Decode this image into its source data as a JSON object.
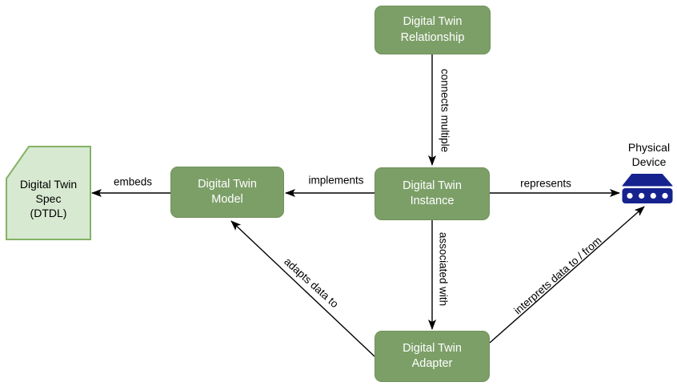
{
  "diagram": {
    "colors": {
      "node_fill": "#7C9F68",
      "node_border": "#70915A",
      "node_text": "#FFFFFF",
      "doc_fill": "#D8E9D2",
      "doc_border": "#84B266",
      "doc_text": "#000000",
      "device_blue": "#16228E",
      "arrow": "#000000",
      "label_text": "#000000"
    },
    "nodes": {
      "relationship": {
        "line1": "Digital Twin",
        "line2": "Relationship"
      },
      "instance": {
        "line1": "Digital Twin",
        "line2": "Instance"
      },
      "model": {
        "line1": "Digital Twin",
        "line2": "Model"
      },
      "adapter": {
        "line1": "Digital Twin",
        "line2": "Adapter"
      },
      "spec": {
        "line1": "Digital Twin",
        "line2": "Spec",
        "line3": "(DTDL)"
      },
      "device": {
        "line1": "Physical",
        "line2": "Device"
      }
    },
    "edges": {
      "connects": "connects multiple",
      "implements": "implements",
      "embeds": "embeds",
      "represents": "represents",
      "associated": "associated with",
      "adapts": "adapts data to",
      "interprets": "interprets data to / from"
    }
  }
}
